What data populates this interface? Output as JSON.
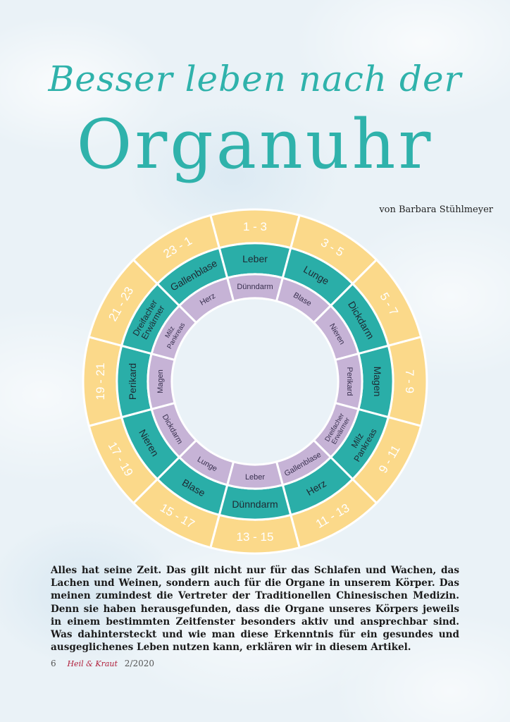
{
  "title_line1": "Besser leben nach der",
  "title_line2": "Organuhr",
  "byline": "von Barbara Stühlmeyer",
  "colors": {
    "title": "#2fb2ab",
    "outer_ring": "#fbd98a",
    "middle_ring": "#2aaea8",
    "inner_ring": "#c6b3d6"
  },
  "wheel": {
    "segments": [
      {
        "time": "1 - 3",
        "organ": "Leber",
        "opposite": "Dünndarm"
      },
      {
        "time": "3 - 5",
        "organ": "Lunge",
        "opposite": "Blase"
      },
      {
        "time": "5 - 7",
        "organ": "Dickdarm",
        "opposite": "Nieren"
      },
      {
        "time": "7 - 9",
        "organ": "Magen",
        "opposite": "Perikard"
      },
      {
        "time": "9 - 11",
        "organ": "Milz\nPankreas",
        "opposite": "Dreifacher\nErwärmer"
      },
      {
        "time": "11 - 13",
        "organ": "Herz",
        "opposite": "Gallenblase"
      },
      {
        "time": "13 - 15",
        "organ": "Dünndarm",
        "opposite": "Leber"
      },
      {
        "time": "15 - 17",
        "organ": "Blase",
        "opposite": "Lunge"
      },
      {
        "time": "17 - 19",
        "organ": "Nieren",
        "opposite": "Dickdarm"
      },
      {
        "time": "19 - 21",
        "organ": "Perikard",
        "opposite": "Magen"
      },
      {
        "time": "21 - 23",
        "organ": "Dreifacher\nErwärmer",
        "opposite": "Milz\nPankreas"
      },
      {
        "time": "23 - 1",
        "organ": "Gallenblase",
        "opposite": "Herz"
      }
    ]
  },
  "intro": "Alles hat seine Zeit. Das gilt nicht nur für das Schlafen und Wachen, das Lachen und Weinen, sondern auch für die Organe in unserem Körper. Das meinen zumindest die Vertreter der Traditionellen Chinesischen Medizin. Denn sie haben herausgefunden, dass die Organe unseres Körpers jeweils in einem bestimmten Zeitfenster besonders aktiv und ansprechbar sind. Was dahintersteckt und wie man diese Erkenntnis für ein gesundes und ausgeglichenes Leben nutzen kann, erklären wir in diesem Artikel.",
  "footer": {
    "page_number": "6",
    "logo": "Heil & Kraut",
    "issue": "2/2020"
  }
}
